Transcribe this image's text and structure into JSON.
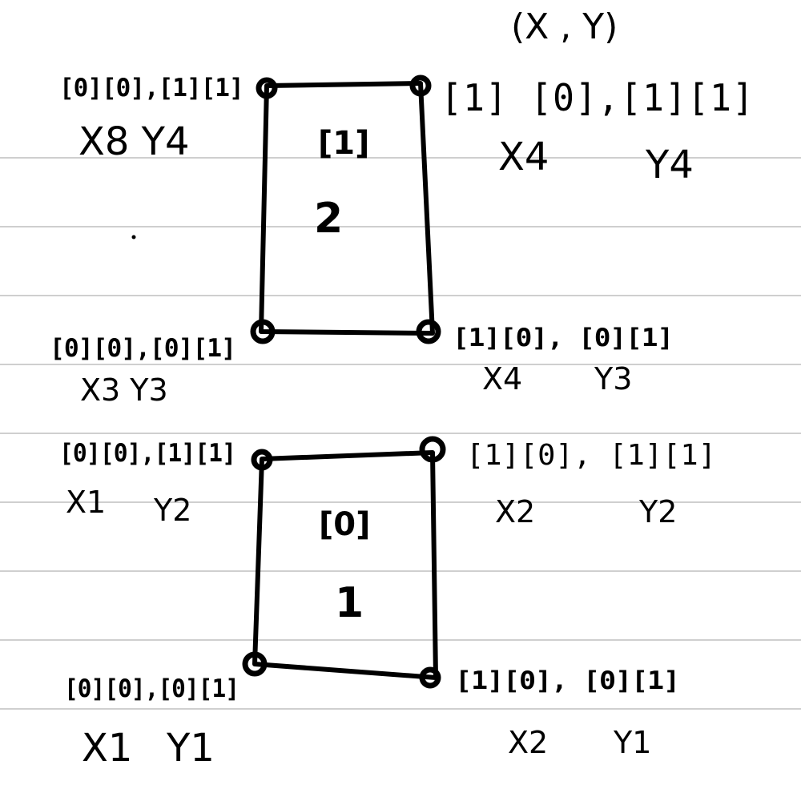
{
  "heading": "(X , Y)",
  "top_box": {
    "index": "[1]",
    "number": "2",
    "top_left": {
      "index": "[0][0],[1][1]",
      "vars": "X8 Y4"
    },
    "top_right": {
      "index": "[1] [0],[1][1]",
      "vars_x": "X4",
      "vars_y": "Y4"
    },
    "bottom_left": {
      "index": "[0][0],[0][1]",
      "vars": "X3 Y3"
    },
    "bottom_right": {
      "index": "[1][0], [0][1]",
      "vars_x": "X4",
      "vars_y": "Y3"
    }
  },
  "bottom_box": {
    "index": "[0]",
    "number": "1",
    "top_left": {
      "index": "[0][0],[1][1]",
      "vars_x": "X1",
      "vars_y": "Y2"
    },
    "top_right": {
      "index": "[1][0], [1][1]",
      "vars_x": "X2",
      "vars_y": "Y2"
    },
    "bottom_left": {
      "index": "[0][0],[0][1]",
      "vars_x": "X1",
      "vars_y": "Y1"
    },
    "bottom_right": {
      "index": "[1][0], [0][1]",
      "vars_x": "X2",
      "vars_y": "Y1"
    }
  }
}
